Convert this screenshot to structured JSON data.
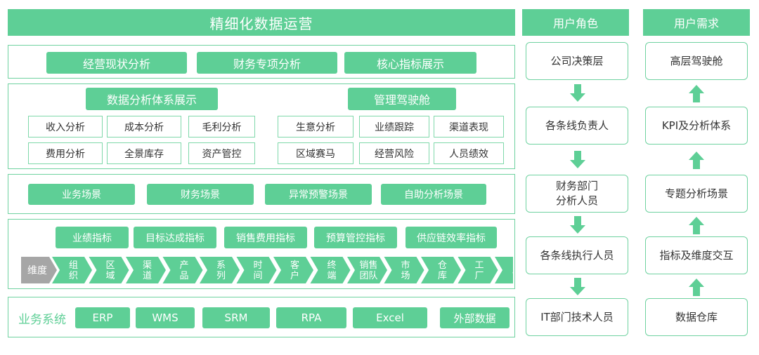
{
  "header": {
    "title": "精细化数据运营",
    "roles_title": "用户角色",
    "needs_title": "用户需求"
  },
  "row1": [
    "经营现状分析",
    "财务专项分析",
    "核心指标展示"
  ],
  "analysis": {
    "title": "数据分析体系展示",
    "cells": [
      [
        "收入分析",
        "成本分析",
        "毛利分析"
      ],
      [
        "费用分析",
        "全景库存",
        "资产管控"
      ]
    ]
  },
  "cockpit": {
    "title": "管理驾驶舱",
    "cells": [
      [
        "生意分析",
        "业绩跟踪",
        "渠道表现"
      ],
      [
        "区域赛马",
        "经营风险",
        "人员绩效"
      ]
    ]
  },
  "scenes": [
    "业务场景",
    "财务场景",
    "异常预警场景",
    "自助分析场景"
  ],
  "indicators": [
    "业绩指标",
    "目标达成指标",
    "销售费用指标",
    "预算管控指标",
    "供应链效率指标"
  ],
  "dimensions": {
    "label": "维度",
    "items": [
      "组\n织",
      "区\n域",
      "渠\n道",
      "产\n品",
      "系\n列",
      "时\n间",
      "客\n户",
      "终\n端",
      "销售\n团队",
      "市\n场",
      "仓\n库",
      "工\n厂",
      "..."
    ]
  },
  "systems": {
    "label": "业务系统",
    "items": [
      "ERP",
      "WMS",
      "SRM",
      "RPA",
      "Excel",
      "外部数据"
    ]
  },
  "roles": [
    "公司决策层",
    "各条线负责人",
    "财务部门\n分析人员",
    "各条线执行人员",
    "IT部门技术人员"
  ],
  "needs": [
    "高层驾驶舱",
    "KPI及分析体系",
    "专题分析场景",
    "指标及维度交互",
    "数据仓库"
  ],
  "colors": {
    "green": "#5ecf96",
    "border": "#6fd2a0",
    "gray": "#a6a6a6",
    "text": "#333333"
  }
}
